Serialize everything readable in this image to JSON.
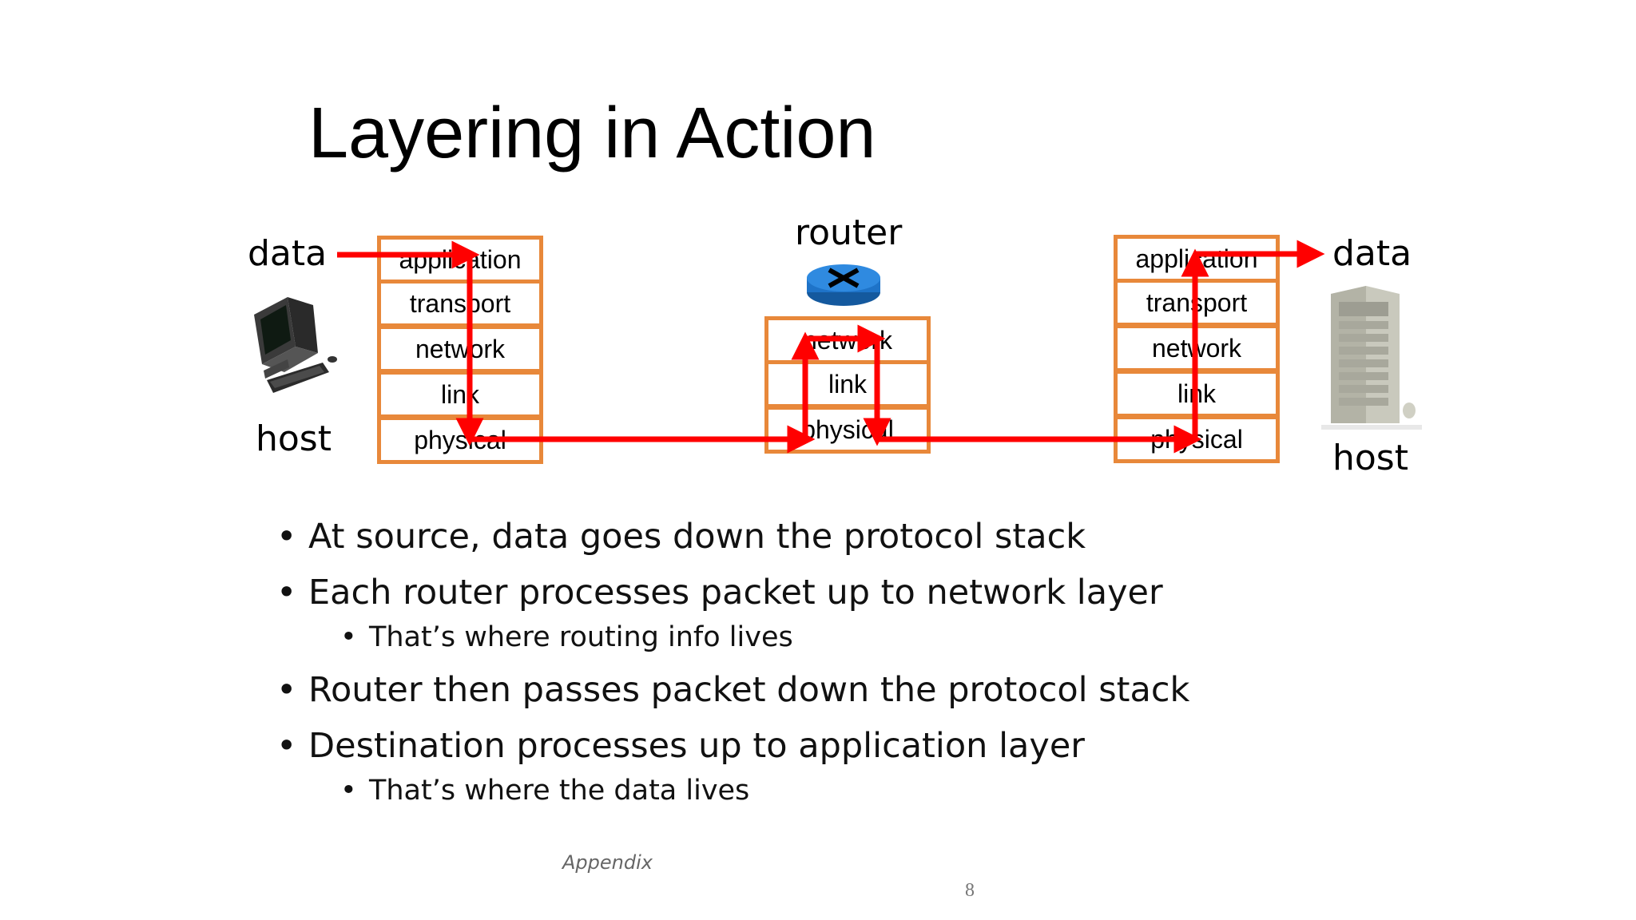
{
  "slide": {
    "title": "Layering in Action",
    "left_label_data": "data",
    "left_label_host": "host",
    "router_label": "router",
    "right_label_data": "data",
    "right_label_host": "host",
    "source_stack": [
      "application",
      "transport",
      "network",
      "link",
      "physical"
    ],
    "router_stack": [
      "network",
      "link",
      "physical"
    ],
    "dest_stack": [
      "application",
      "transport",
      "network",
      "link",
      "physical"
    ],
    "bullets": [
      {
        "text": "At source, data goes down the protocol stack",
        "sub": []
      },
      {
        "text": "Each router processes packet up to network layer",
        "sub": [
          "That’s where routing info lives"
        ]
      },
      {
        "text": "Router then passes packet down the protocol stack",
        "sub": []
      },
      {
        "text": "Destination processes up to application layer",
        "sub": [
          "That’s where the data lives"
        ]
      }
    ],
    "footer": "Appendix",
    "page_number": "8"
  },
  "colors": {
    "layer_border": "#e8883a",
    "arrow": "#ff0000",
    "router_body": "#1e73c8"
  },
  "icons": {
    "left_host": "desktop-computer-icon",
    "right_host": "server-tower-icon",
    "router": "router-icon"
  }
}
